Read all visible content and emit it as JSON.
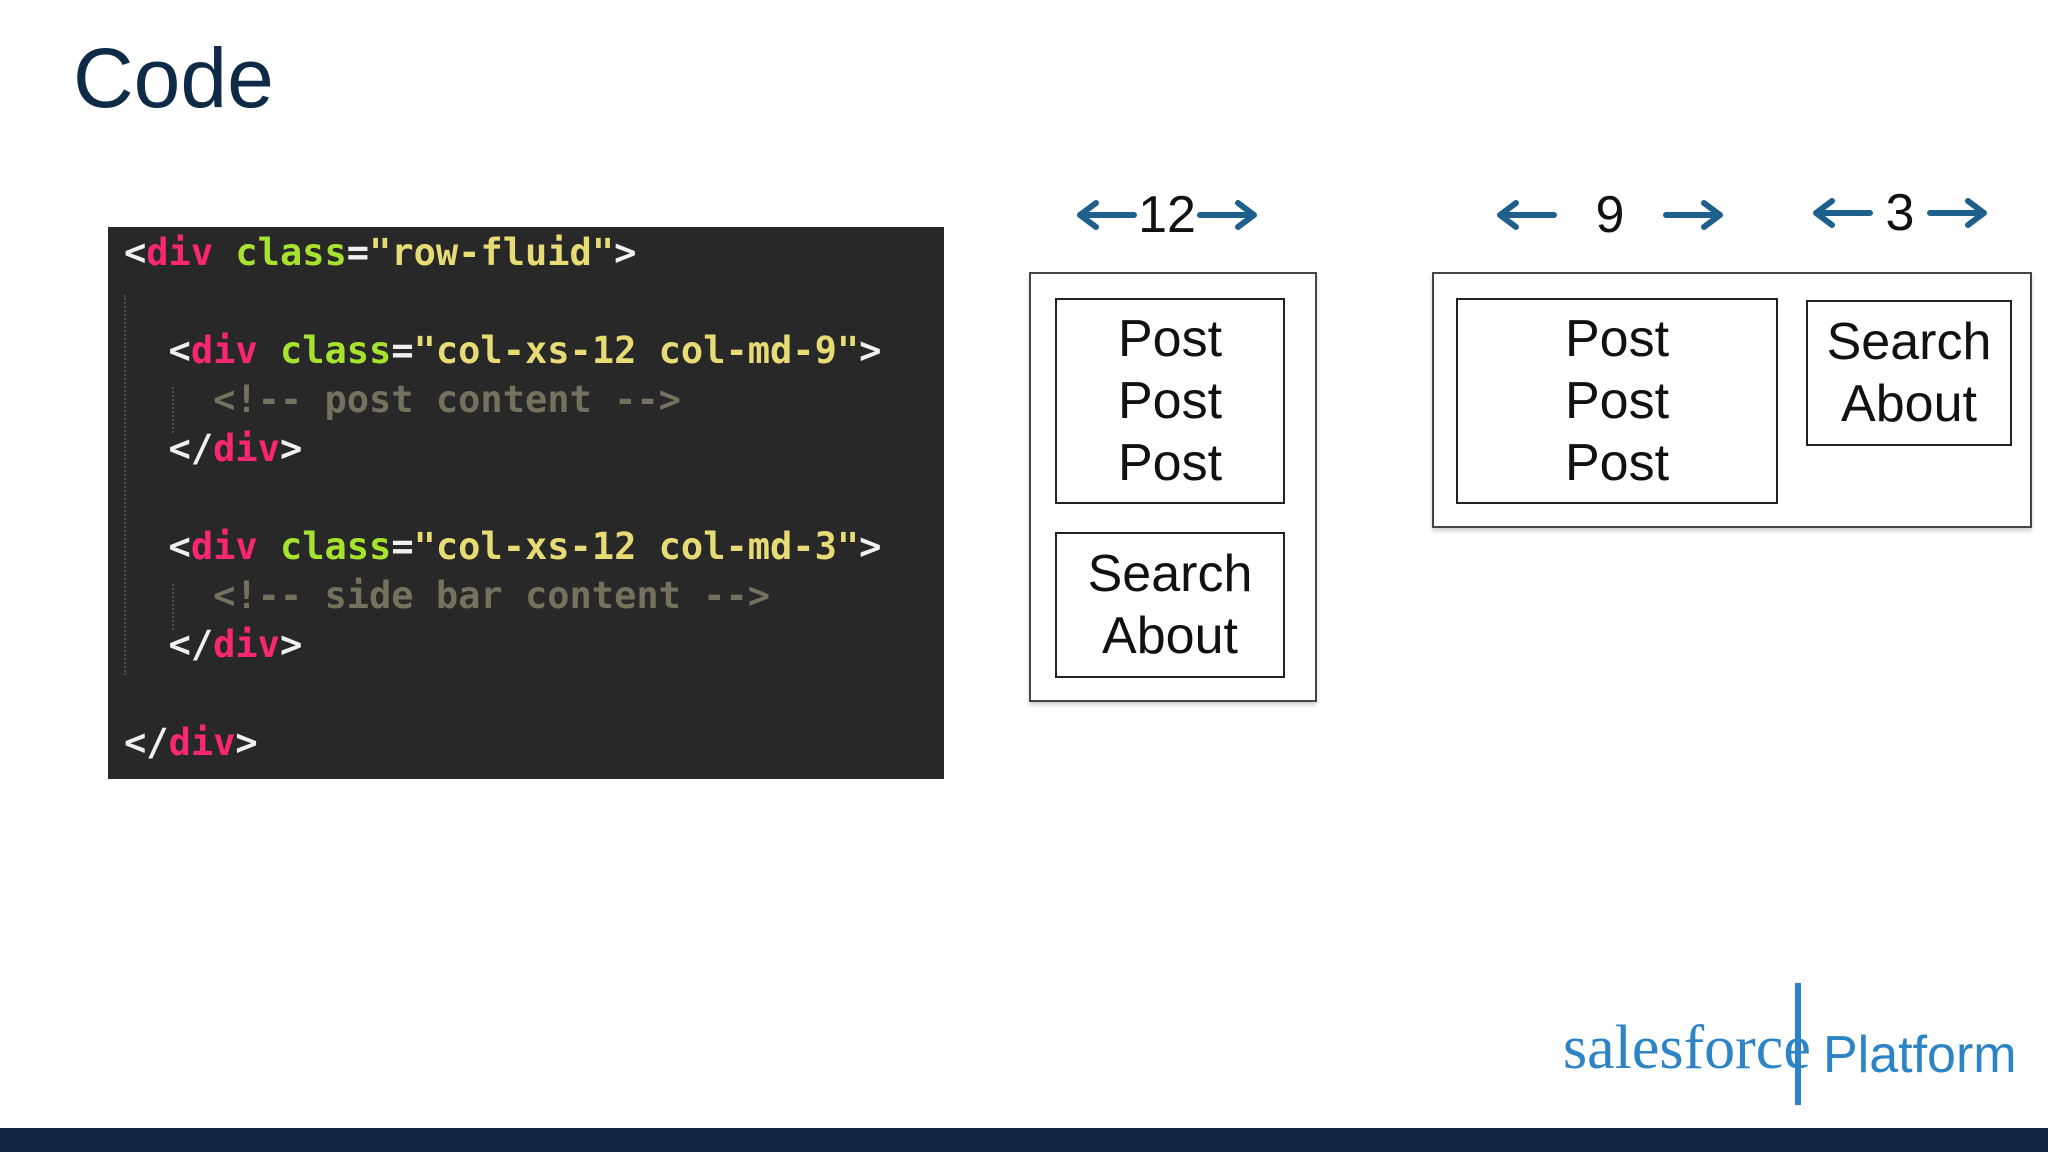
{
  "slide": {
    "title": "Code"
  },
  "code": {
    "lines": [
      [
        {
          "t": "<",
          "c": "punc"
        },
        {
          "t": "div",
          "c": "tag"
        },
        {
          "t": " ",
          "c": "punc"
        },
        {
          "t": "class",
          "c": "attr"
        },
        {
          "t": "=",
          "c": "punc"
        },
        {
          "t": "\"row-fluid\"",
          "c": "str"
        },
        {
          "t": ">",
          "c": "punc"
        }
      ],
      [],
      [
        {
          "t": "  <",
          "c": "punc"
        },
        {
          "t": "div",
          "c": "tag"
        },
        {
          "t": " ",
          "c": "punc"
        },
        {
          "t": "class",
          "c": "attr"
        },
        {
          "t": "=",
          "c": "punc"
        },
        {
          "t": "\"col-xs-12 col-md-9\"",
          "c": "str"
        },
        {
          "t": ">",
          "c": "punc"
        }
      ],
      [
        {
          "t": "    <!-- post content -->",
          "c": "comment"
        }
      ],
      [
        {
          "t": "  </",
          "c": "punc"
        },
        {
          "t": "div",
          "c": "tag"
        },
        {
          "t": ">",
          "c": "punc"
        }
      ],
      [],
      [
        {
          "t": "  <",
          "c": "punc"
        },
        {
          "t": "div",
          "c": "tag"
        },
        {
          "t": " ",
          "c": "punc"
        },
        {
          "t": "class",
          "c": "attr"
        },
        {
          "t": "=",
          "c": "punc"
        },
        {
          "t": "\"col-xs-12 col-md-3\"",
          "c": "str"
        },
        {
          "t": ">",
          "c": "punc"
        }
      ],
      [
        {
          "t": "    <!-- side bar content -->",
          "c": "comment"
        }
      ],
      [
        {
          "t": "  </",
          "c": "punc"
        },
        {
          "t": "div",
          "c": "tag"
        },
        {
          "t": ">",
          "c": "punc"
        }
      ],
      [],
      [
        {
          "t": "</",
          "c": "punc"
        },
        {
          "t": "div",
          "c": "tag"
        },
        {
          "t": ">",
          "c": "punc"
        }
      ]
    ]
  },
  "diagram_small": {
    "width_label": "12",
    "post_cell": [
      "Post",
      "Post",
      "Post"
    ],
    "side_cell": [
      "Search",
      "About"
    ]
  },
  "diagram_wide": {
    "post_width_label": "9",
    "side_width_label": "3",
    "post_cell": [
      "Post",
      "Post",
      "Post"
    ],
    "side_cell": [
      "Search",
      "About"
    ]
  },
  "logo": {
    "brand": "salesforce",
    "product": "Platform"
  },
  "colors": {
    "title": "#0e2a47",
    "arrow": "#1f5f8b",
    "brand_blue": "#2c84c6",
    "footer": "#0f2740",
    "code_bg": "#282828"
  }
}
